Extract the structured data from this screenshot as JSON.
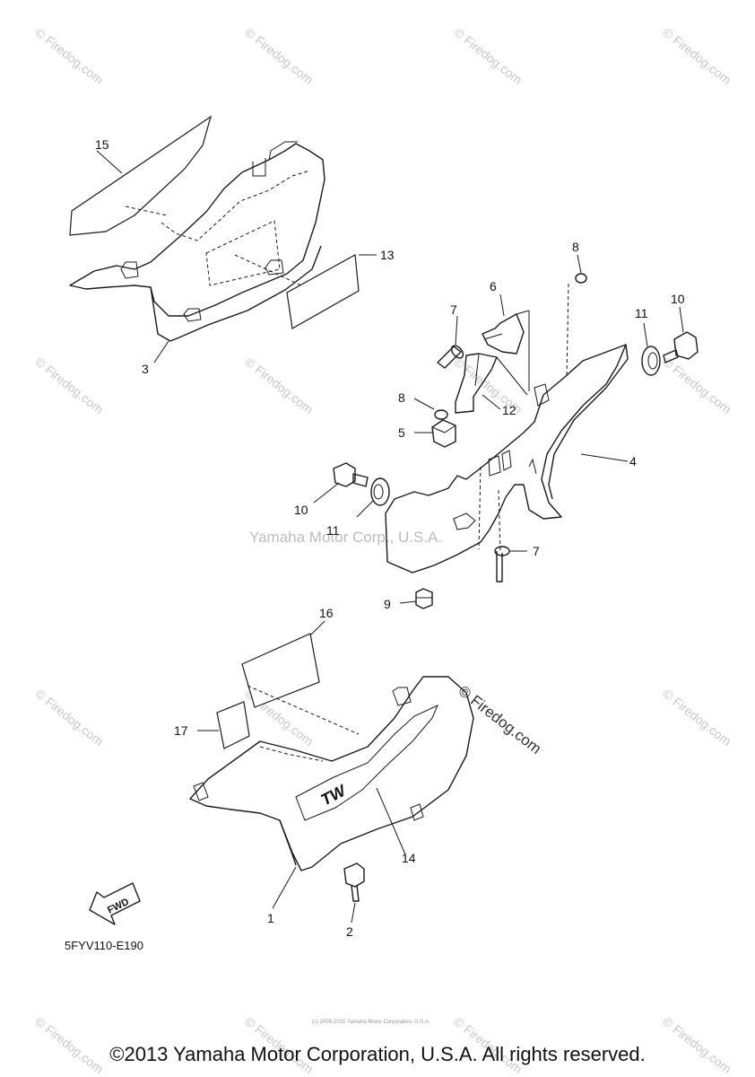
{
  "diagram": {
    "part_labels": {
      "p1": "1",
      "p2": "2",
      "p3": "3",
      "p4": "4",
      "p5": "5",
      "p6": "6",
      "p7a": "7",
      "p7b": "7",
      "p8a": "8",
      "p8b": "8",
      "p9": "9",
      "p10a": "10",
      "p10b": "10",
      "p11a": "11",
      "p11b": "11",
      "p12": "12",
      "p13": "13",
      "p14": "14",
      "p15": "15",
      "p16": "16",
      "p17": "17"
    },
    "fwd_arrow": "FWD",
    "emblem_text": "TW",
    "diagram_code": "5FYV110-E190",
    "watermark_repeat": "© Firedog.com",
    "watermark_center": "Yamaha Motor Corp., U.S.A.",
    "watermark_dark": "© Firedog.com",
    "small_print": "(c) 2005-2015 Yamaha Motor Corporation, U.S.A."
  },
  "footer": {
    "copyright": "©2013 Yamaha Motor Corporation, U.S.A. All rights reserved."
  }
}
